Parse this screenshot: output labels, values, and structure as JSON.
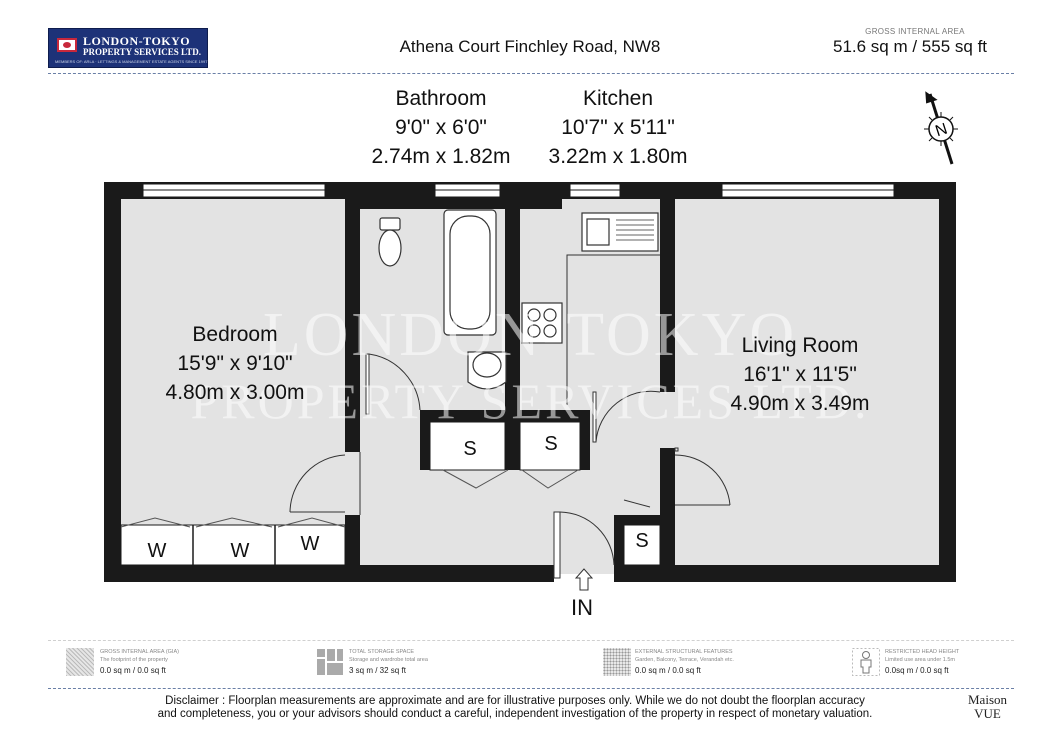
{
  "header": {
    "logo_line1": "LONDON-TOKYO",
    "logo_line2": "PROPERTY SERVICES LTD.",
    "logo_line3": "MEMBERS OF: ARLA · LETTINGS & MANAGEMENT ESTATE AGENTS SINCE 1997",
    "address": "Athena Court Finchley Road, NW8",
    "gia_label": "GROSS INTERNAL AREA",
    "gia_value": "51.6 sq m / 555 sq ft"
  },
  "rooms": {
    "bathroom": {
      "name": "Bathroom",
      "imperial": "9'0\" x 6'0\"",
      "metric": "2.74m x 1.82m"
    },
    "kitchen": {
      "name": "Kitchen",
      "imperial": "10'7\" x 5'11\"",
      "metric": "3.22m x 1.80m"
    },
    "bedroom": {
      "name": "Bedroom",
      "imperial": "15'9\" x 9'10\"",
      "metric": "4.80m x 3.00m"
    },
    "living": {
      "name": "Living Room",
      "imperial": "16'1\" x 11'5\"",
      "metric": "4.90m x 3.49m"
    }
  },
  "storage_labels": {
    "s": "S",
    "w": "W"
  },
  "entrance_label": "IN",
  "compass_label": "N",
  "watermark": {
    "line1": "LONDON-TOKYO",
    "line2": "PROPERTY SERVICES LTD."
  },
  "legend": [
    {
      "title": "GROSS INTERNAL AREA (GIA)",
      "desc": "The footprint of the property",
      "value": "0.0 sq m / 0.0 sq ft",
      "icon": "hatch-icon"
    },
    {
      "title": "TOTAL STORAGE SPACE",
      "desc": "Storage and wardrobe total area",
      "value": "3 sq m / 32 sq ft",
      "icon": "storage-icon"
    },
    {
      "title": "EXTERNAL STRUCTURAL FEATURES",
      "desc": "Garden, Balcony, Terrace, Verandah etc.",
      "value": "0.0 sq m / 0.0 sq ft",
      "icon": "dots-icon"
    },
    {
      "title": "RESTRICTED HEAD HEIGHT",
      "desc": "Limited use area under 1.5m",
      "value": "0.0sq m / 0.0 sq ft",
      "icon": "person-icon"
    }
  ],
  "disclaimer": {
    "line1": "Disclaimer : Floorplan measurements are approximate and are for illustrative purposes only. While we do not doubt the floorplan accuracy",
    "line2": "and completeness, you or your advisors should conduct a careful, independent investigation of the property in respect of monetary valuation."
  },
  "brand": {
    "line1": "Maison",
    "line2": "VUE"
  },
  "colors": {
    "wall": "#1a1a1a",
    "floor": "#e3e3e3",
    "logo_bg": "#1d3278",
    "dash": "#6a7fa6"
  }
}
